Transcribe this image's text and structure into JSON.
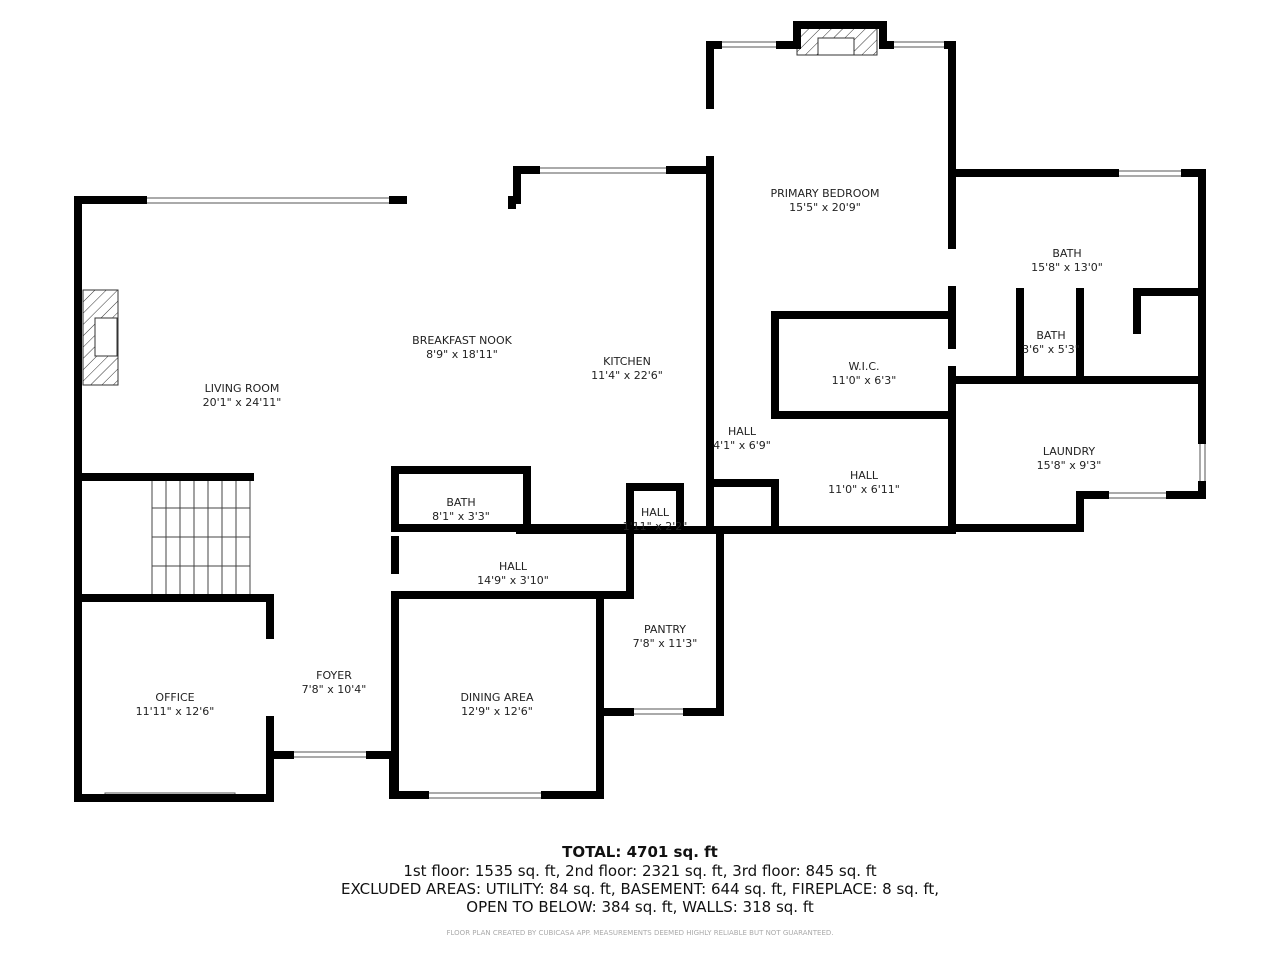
{
  "rooms": [
    {
      "name": "PRIMARY BEDROOM",
      "size": "15'5\" x 20'9\""
    },
    {
      "name": "BATH",
      "size": "15'8\" x 13'0\""
    },
    {
      "name": "BREAKFAST NOOK",
      "size": "8'9\" x 18'11\""
    },
    {
      "name": "KITCHEN",
      "size": "11'4\" x 22'6\""
    },
    {
      "name": "LIVING ROOM",
      "size": "20'1\" x 24'11\""
    },
    {
      "name": "W.I.C.",
      "size": "11'0\" x 6'3\""
    },
    {
      "name": "BATH",
      "size": "3'6\" x 5'3\""
    },
    {
      "name": "HALL",
      "size": "4'1\" x 6'9\""
    },
    {
      "name": "LAUNDRY",
      "size": "15'8\" x 9'3\""
    },
    {
      "name": "HALL",
      "size": "11'0\" x 6'11\""
    },
    {
      "name": "BATH",
      "size": "8'1\" x 3'3\""
    },
    {
      "name": "HALL",
      "size": "1'11\" x 2'2\""
    },
    {
      "name": "HALL",
      "size": "14'9\" x 3'10\""
    },
    {
      "name": "PANTRY",
      "size": "7'8\" x 11'3\""
    },
    {
      "name": "FOYER",
      "size": "7'8\" x 10'4\""
    },
    {
      "name": "OFFICE",
      "size": "11'11\" x 12'6\""
    },
    {
      "name": "DINING AREA",
      "size": "12'9\" x 12'6\""
    }
  ],
  "summary": {
    "total": "TOTAL: 4701 sq. ft",
    "floors": "1st floor: 1535 sq. ft, 2nd floor: 2321 sq. ft, 3rd floor: 845 sq. ft",
    "excluded_1": "EXCLUDED AREAS: UTILITY: 84 sq. ft, BASEMENT: 644 sq. ft, FIREPLACE: 8 sq. ft,",
    "excluded_2": "OPEN TO BELOW: 384 sq. ft, WALLS: 318 sq. ft"
  },
  "credit": "FLOOR PLAN CREATED BY CUBICASA APP. MEASUREMENTS DEEMED HIGHLY RELIABLE BUT NOT GUARANTEED."
}
